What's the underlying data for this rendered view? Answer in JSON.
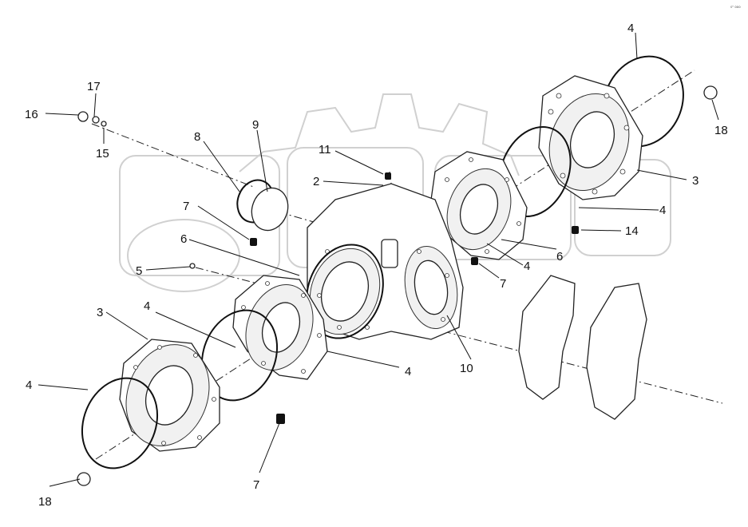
{
  "corner_mark": "sᴼ ooo",
  "callouts": [
    {
      "key": "c1",
      "text": "4"
    },
    {
      "key": "c2",
      "text": "17"
    },
    {
      "key": "c3",
      "text": "16"
    },
    {
      "key": "c4",
      "text": "15"
    },
    {
      "key": "c5",
      "text": "18"
    },
    {
      "key": "c6",
      "text": "8"
    },
    {
      "key": "c7",
      "text": "9"
    },
    {
      "key": "c8",
      "text": "11"
    },
    {
      "key": "c9",
      "text": "2"
    },
    {
      "key": "c10",
      "text": "3"
    },
    {
      "key": "c11",
      "text": "7"
    },
    {
      "key": "c12",
      "text": "4"
    },
    {
      "key": "c13",
      "text": "6"
    },
    {
      "key": "c14",
      "text": "14"
    },
    {
      "key": "c15",
      "text": "5"
    },
    {
      "key": "c16",
      "text": "4"
    },
    {
      "key": "c17",
      "text": "6"
    },
    {
      "key": "c18",
      "text": "7"
    },
    {
      "key": "c19",
      "text": "3"
    },
    {
      "key": "c20",
      "text": "4"
    },
    {
      "key": "c21",
      "text": "4"
    },
    {
      "key": "c22",
      "text": "10"
    },
    {
      "key": "c23",
      "text": "4"
    },
    {
      "key": "c24",
      "text": "7"
    },
    {
      "key": "c25",
      "text": "18"
    }
  ]
}
